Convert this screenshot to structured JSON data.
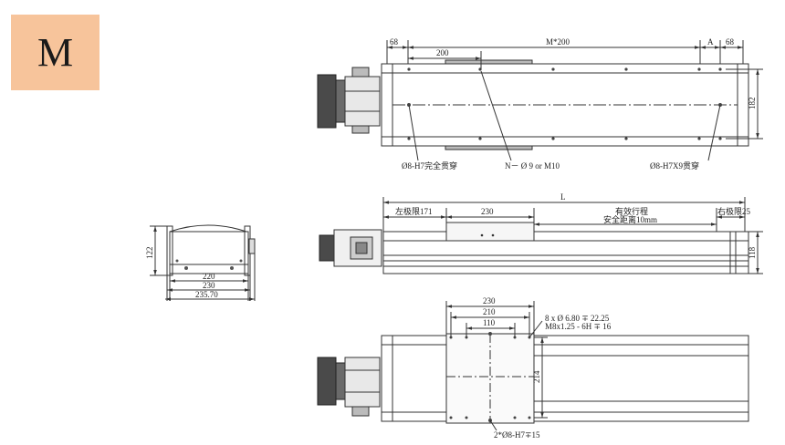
{
  "badge": {
    "letter": "M",
    "color": "#f7c49b"
  },
  "top_view": {
    "dims": {
      "left_end": "68",
      "pitch_total": "M*200",
      "pitch": "200",
      "a": "A",
      "right_end": "68",
      "width": "182"
    },
    "callouts": {
      "left_hole": "Ø8-H7完全贯穿",
      "middle_hole": "N－ Ø 9 or M10",
      "right_hole": "Ø8-H7X9贯穿"
    }
  },
  "side_view": {
    "dims": {
      "total": "L",
      "left_limit": "左极限171",
      "carriage": "230",
      "stroke": "有效行程",
      "safety": "安全距离10mm",
      "right_limit": "右极限25",
      "height": "118"
    }
  },
  "bottom_view": {
    "dims": {
      "carriage": "230",
      "hole_span": "210",
      "hole_pitch": "110",
      "depth": "214"
    },
    "callouts": {
      "tap_1": "8 x Ø 6.80 ∓ 22.25",
      "tap_2": "M8x1.25 - 6H ∓ 16",
      "pin": "2*Ø8-H7∓15"
    }
  },
  "end_view": {
    "dims": {
      "height": "122",
      "w1": "220",
      "w2": "230",
      "w3": "235.70"
    }
  }
}
